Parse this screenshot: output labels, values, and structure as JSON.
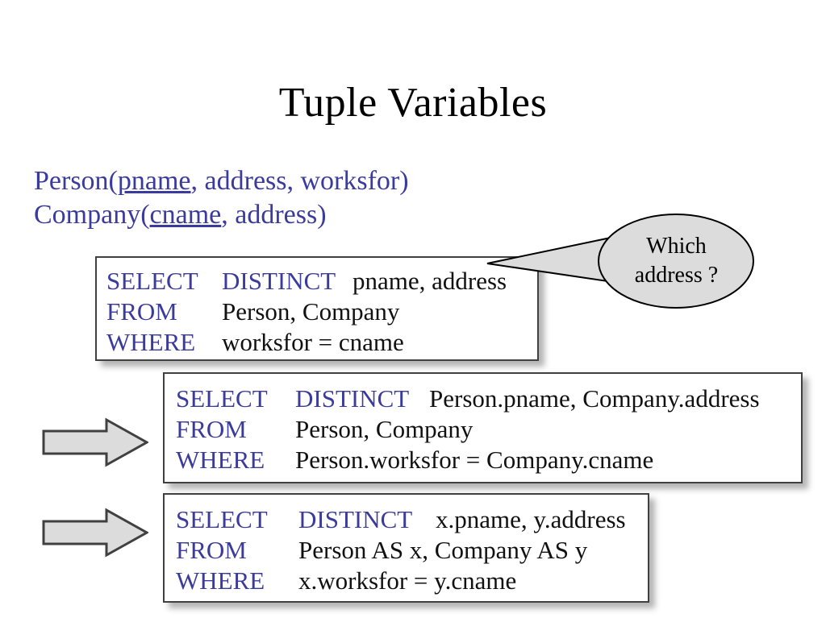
{
  "slide": {
    "title": "Tuple Variables",
    "background_color": "#ffffff",
    "keyword_color": "#3b3b9e",
    "text_color": "#111111",
    "shape_fill": "#dcdcdc"
  },
  "schema": {
    "person": {
      "prefix": "Person(",
      "key": "pname",
      "rest": ", address, worksfor)"
    },
    "company": {
      "prefix": "Company(",
      "key": "cname",
      "rest": ", address)"
    }
  },
  "queries": [
    {
      "id": "query-unqualified",
      "lines": [
        {
          "keyword": "SELECT",
          "distinct": "DISTINCT",
          "operand": "pname, address"
        },
        {
          "keyword": "FROM",
          "distinct": "",
          "operand": "Person, Company"
        },
        {
          "keyword": "WHERE",
          "distinct": "",
          "operand": "worksfor = cname"
        }
      ]
    },
    {
      "id": "query-qualified",
      "lines": [
        {
          "keyword": "SELECT",
          "distinct": "DISTINCT",
          "operand": "Person.pname, Company.address"
        },
        {
          "keyword": "FROM",
          "distinct": "",
          "operand": "Person, Company"
        },
        {
          "keyword": "WHERE",
          "distinct": "",
          "operand": "Person.worksfor = Company.cname"
        }
      ]
    },
    {
      "id": "query-tuple-variables",
      "lines": [
        {
          "keyword": "SELECT",
          "distinct": "DISTINCT",
          "operand": "x.pname, y.address"
        },
        {
          "keyword": "FROM",
          "distinct": "",
          "operand": "Person AS x, Company AS y"
        },
        {
          "keyword": "WHERE",
          "distinct": "",
          "operand": "x.worksfor = y.cname"
        }
      ]
    }
  ],
  "callout": {
    "line1": "Which",
    "line2": "address ?",
    "fill": "#dcdcdc",
    "stroke": "#000000"
  },
  "arrows": [
    {
      "name": "arrow-to-qualified-query",
      "direction": "right"
    },
    {
      "name": "arrow-to-tuple-variable-query",
      "direction": "right"
    }
  ]
}
